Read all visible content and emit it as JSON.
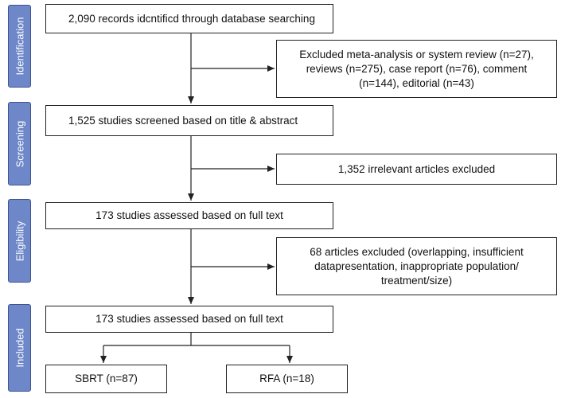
{
  "stages": {
    "identification": "Identification",
    "screening": "Screening",
    "eligibility": "Eligibility",
    "included": "Included"
  },
  "boxes": {
    "records_identified": "2,090 records idcntificd through database searching",
    "excluded_types_line1": "Excluded meta-analysis or system review (n=27),",
    "excluded_types_line2": "reviews (n=275), case report (n=76), comment",
    "excluded_types_line3": "(n=144), editorial (n=43)",
    "screened": "1,525 studies screened based on title & abstract",
    "irrelevant_excluded": "1,352 irrelevant articles excluded",
    "eligibility_assessed": "173 studies assessed based on full text",
    "articles_excluded_line1": "68 articles excluded (overlapping, insufficient",
    "articles_excluded_line2": "datapresentation, inappropriate population/",
    "articles_excluded_line3": "treatment/size)",
    "included_assessed": "173 studies assessed based on full text",
    "sbrt": "SBRT (n=87)",
    "rfa": "RFA (n=18)"
  },
  "colors": {
    "stage_fill": "#6e87c9",
    "stage_border": "#3f5391",
    "line": "#222222"
  }
}
